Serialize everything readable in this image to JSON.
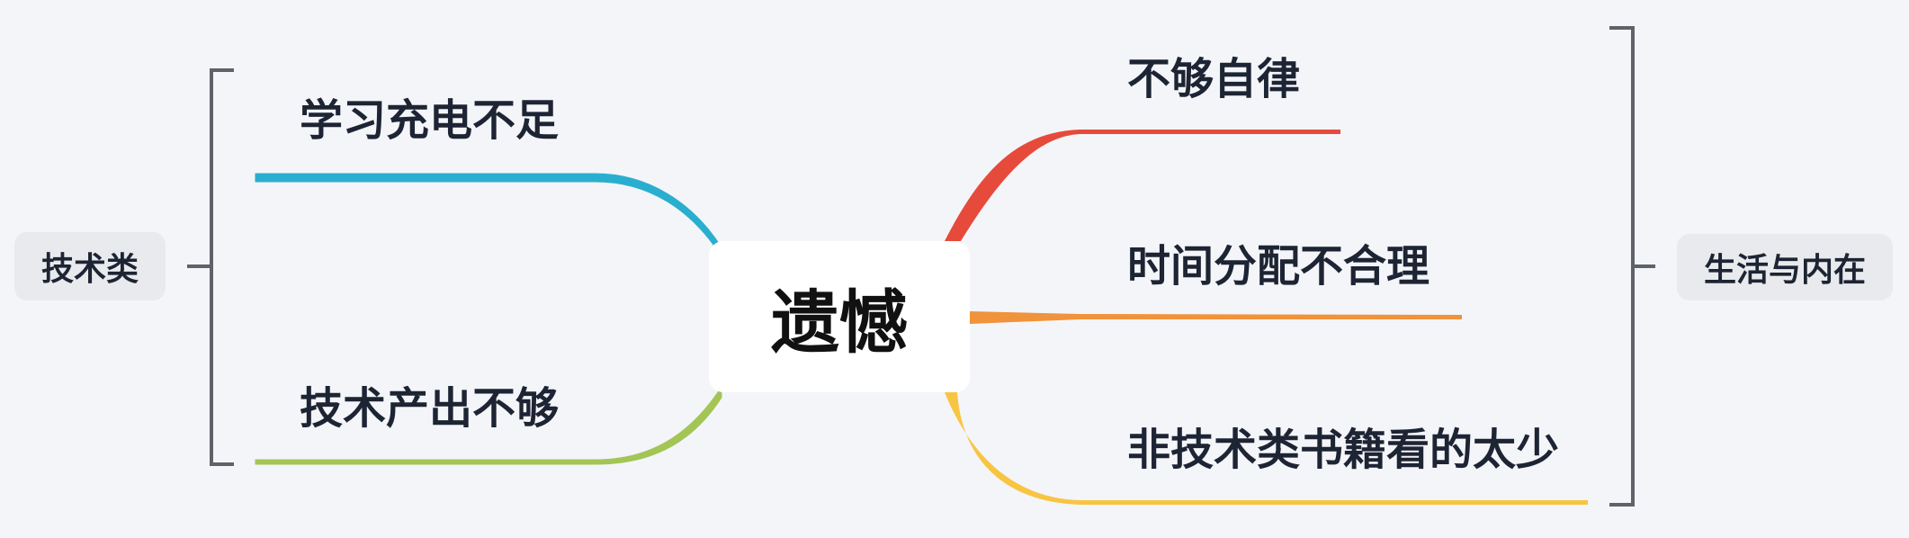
{
  "central_topic": "遗憾",
  "left_branches": [
    {
      "label": "学习充电不足",
      "color": "#2aaecf"
    },
    {
      "label": "技术产出不够",
      "color": "#a3c556"
    }
  ],
  "right_branches": [
    {
      "label": "不够自律",
      "color": "#e64a3b"
    },
    {
      "label": "时间分配不合理",
      "color": "#f0933b"
    },
    {
      "label": "非技术类书籍看的太少",
      "color": "#f8c542"
    }
  ],
  "summaries": {
    "left": "技术类",
    "right": "生活与内在"
  },
  "colors": {
    "background": "#f4f5f9",
    "bracket": "#5f6268",
    "text": "#1d2433"
  }
}
